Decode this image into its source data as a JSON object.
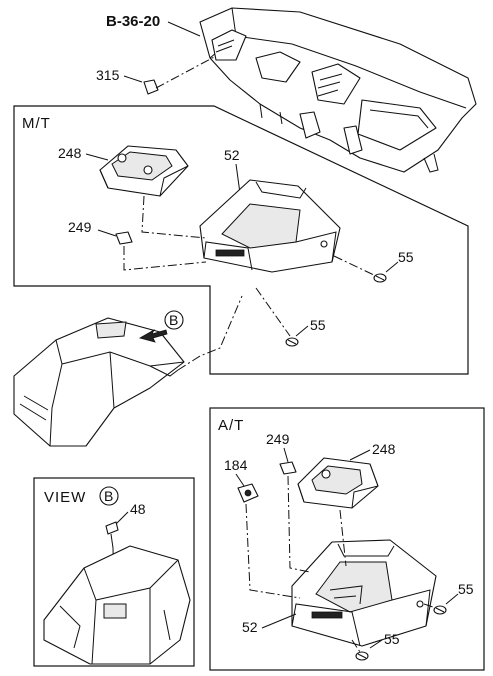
{
  "reference": {
    "code": "B-36-20"
  },
  "sections": {
    "mt": {
      "label": "M/T"
    },
    "at": {
      "label": "A/T"
    },
    "view": {
      "label": "VIEW",
      "marker": "B"
    }
  },
  "callouts": {
    "c315": "315",
    "c248_mt": "248",
    "c52_mt": "52",
    "c249_mt": "249",
    "c55_mt_a": "55",
    "c55_mt_b": "55",
    "c249_at": "249",
    "c248_at": "248",
    "c184": "184",
    "c48": "48",
    "c55_at_a": "55",
    "c52_at": "52",
    "c55_at_b": "55"
  },
  "markers": {
    "view_arrow": "B"
  },
  "icons": {
    "dashboard": "dashboard-drawing",
    "arrow": "arrow-left-icon"
  }
}
